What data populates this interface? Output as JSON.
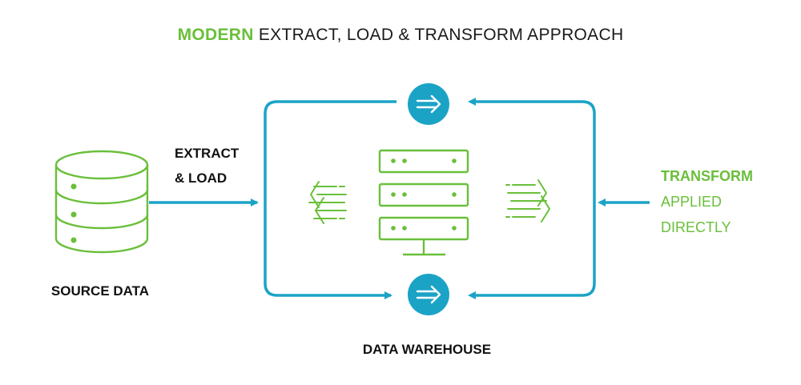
{
  "title": {
    "accent": "MODERN",
    "rest": " EXTRACT, LOAD & TRANSFORM APPROACH"
  },
  "source": {
    "label": "SOURCE DATA"
  },
  "extract": {
    "line1": "EXTRACT",
    "line2": "& LOAD"
  },
  "warehouse": {
    "label": "DATA WAREHOUSE"
  },
  "transform": {
    "line1": "TRANSFORM",
    "line2": "APPLIED",
    "line3": "DIRECTLY"
  },
  "colors": {
    "green": "#6abf3a",
    "teal": "#1ba3c6",
    "text": "#111111"
  },
  "icons": [
    "database-icon",
    "server-stack-icon",
    "arrow-circle-icon",
    "left-motion-arrows-icon",
    "right-motion-arrows-icon"
  ]
}
